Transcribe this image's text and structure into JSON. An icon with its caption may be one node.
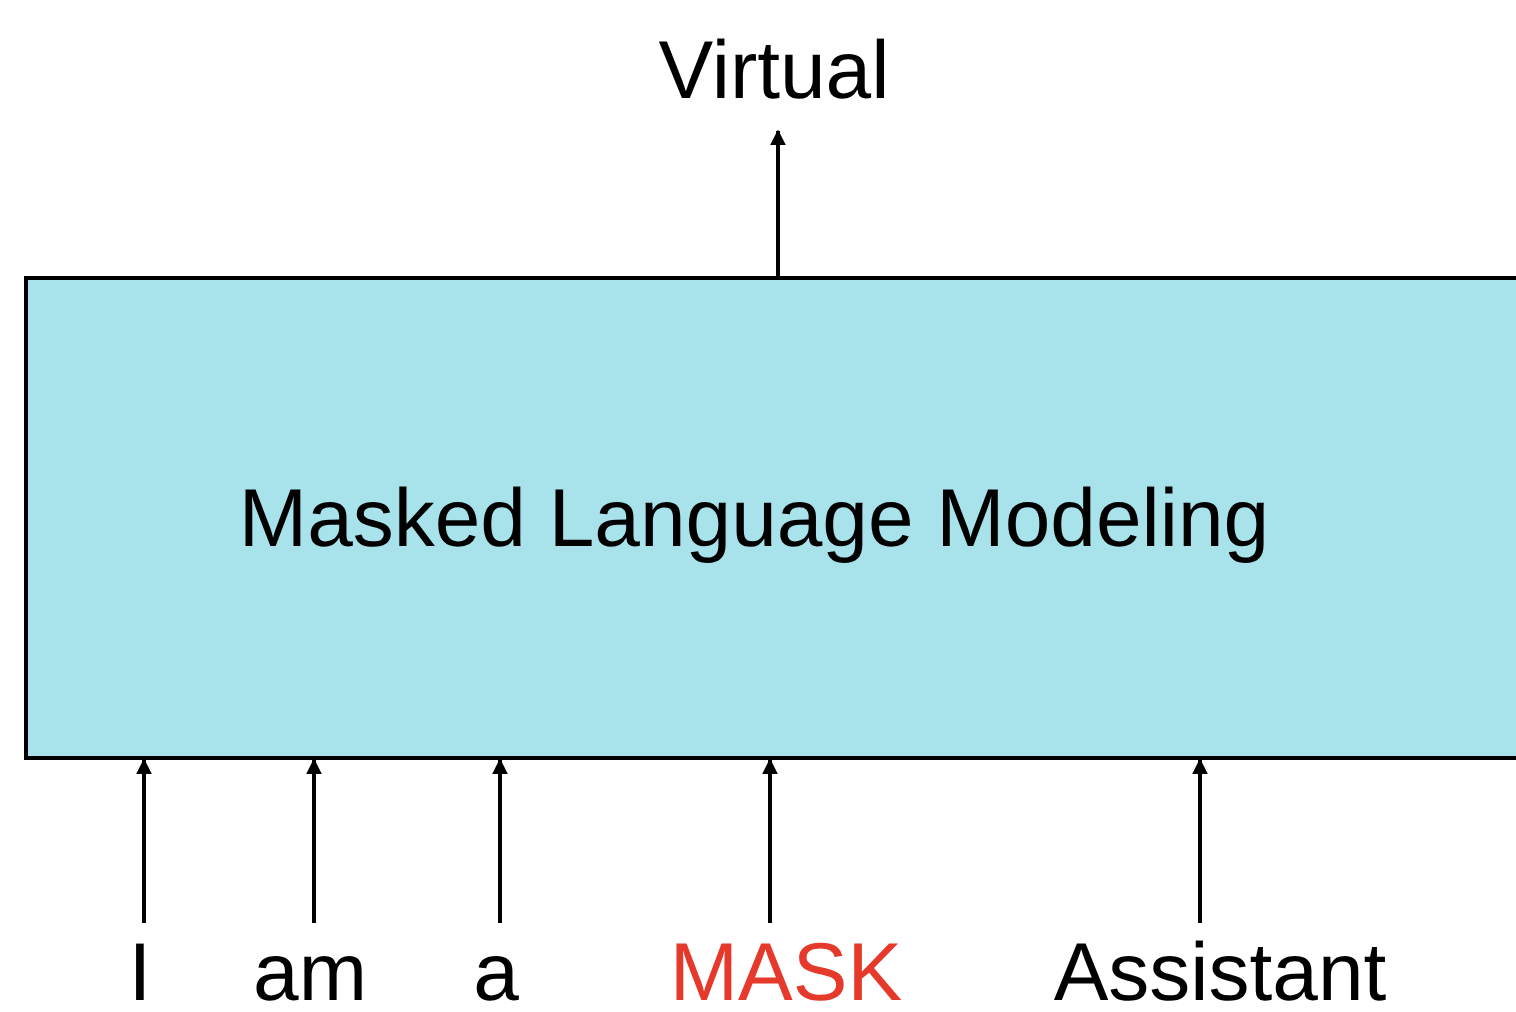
{
  "diagram": {
    "nodes": [
      {
        "text": [
          "Masked Language Modeling"
        ]
      },
      {
        "text": [
          "Virtual"
        ]
      },
      {
        "text": [
          "I"
        ]
      },
      {
        "text": [
          "am"
        ]
      },
      {
        "text": [
          "a"
        ]
      },
      {
        "text": [
          "MASK"
        ]
      },
      {
        "text": [
          "Assistant"
        ]
      }
    ],
    "edges": [
      {
        "from": 0,
        "to": 1,
        "arrow": "to"
      },
      {
        "from": 2,
        "to": 0,
        "arrow": "to"
      },
      {
        "from": 3,
        "to": 0,
        "arrow": "to"
      },
      {
        "from": 4,
        "to": 0,
        "arrow": "to"
      },
      {
        "from": 5,
        "to": 0,
        "arrow": "to"
      },
      {
        "from": 6,
        "to": 0,
        "arrow": "to"
      }
    ]
  }
}
